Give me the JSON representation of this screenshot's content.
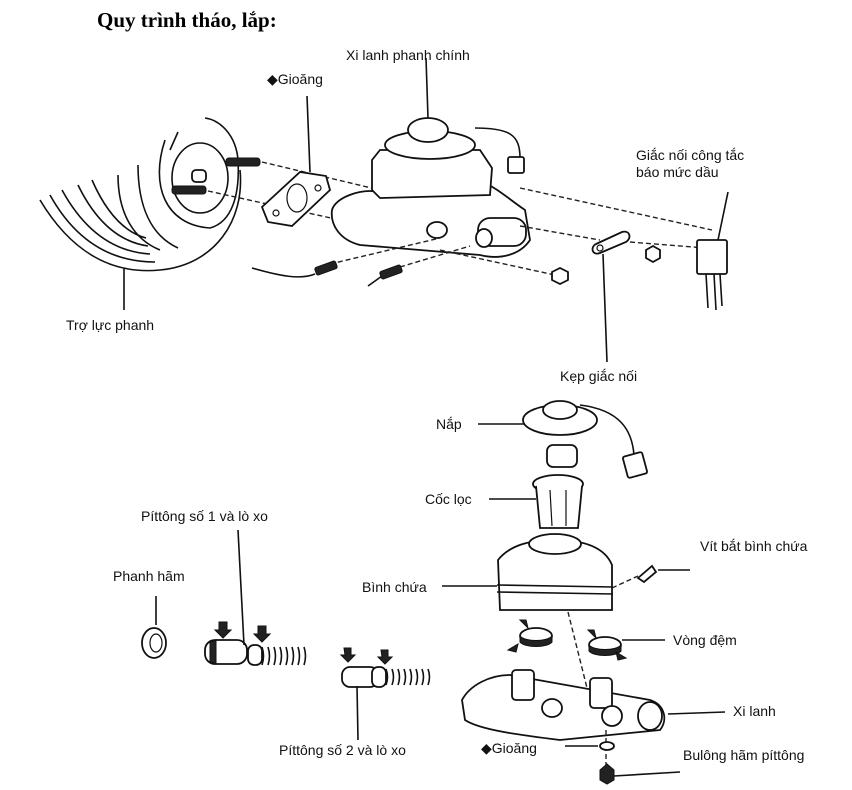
{
  "title": "Quy trình tháo, lắp:",
  "upper_diagram": {
    "labels": {
      "master_cylinder": "Xi lanh phanh chính",
      "gasket": "◆Gioăng",
      "level_switch_connector_line1": "Giắc nối công tắc",
      "level_switch_connector_line2": "báo mức dầu",
      "brake_booster": "Trợ lực phanh",
      "connector_clamp": "Kẹp giắc nối"
    }
  },
  "lower_diagram": {
    "labels": {
      "cap": "Nắp",
      "filter_cup": "Cốc lọc",
      "reservoir_screw": "Vít bắt bình chứa",
      "piston1_spring": "Píttông số 1 và lò xo",
      "snap_ring": "Phanh hãm",
      "reservoir": "Bình chứa",
      "grommet": "Vòng đệm",
      "cylinder": "Xi lanh",
      "piston2_spring": "Píttông số 2 và lò xo",
      "gasket": "◆Gioăng",
      "piston_stopper_bolt": "Bulông hãm píttông"
    }
  }
}
